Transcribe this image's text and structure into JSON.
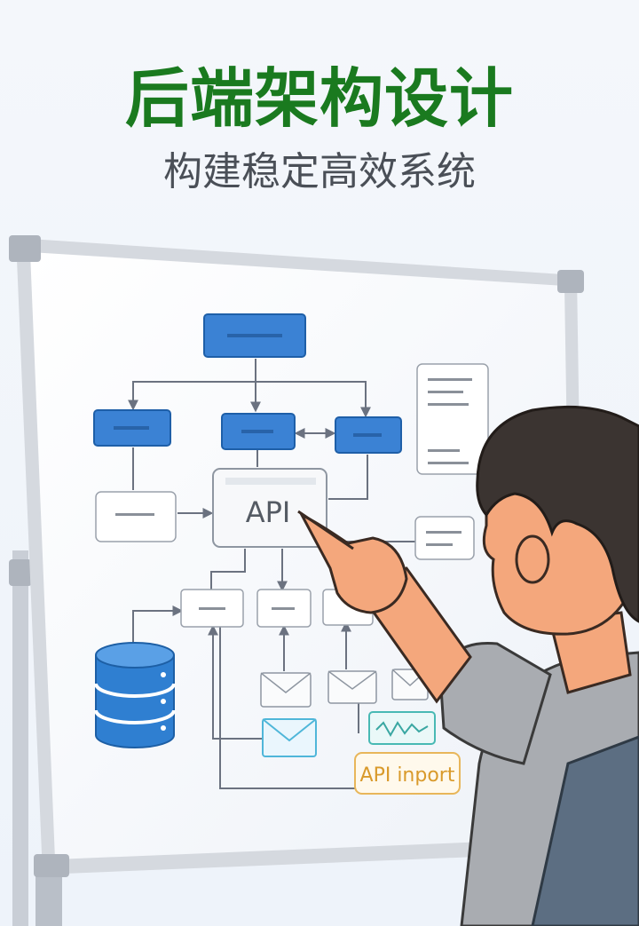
{
  "header": {
    "title": "后端架构设计",
    "subtitle": "构建稳定高效系统"
  },
  "whiteboard": {
    "api_box_label": "API",
    "api_import_label": "API inport"
  },
  "colors": {
    "title_green": "#1a7a1f",
    "subtitle_gray": "#4a4f57",
    "node_blue": "#3b82d4",
    "db_blue": "#2f7fd1"
  }
}
